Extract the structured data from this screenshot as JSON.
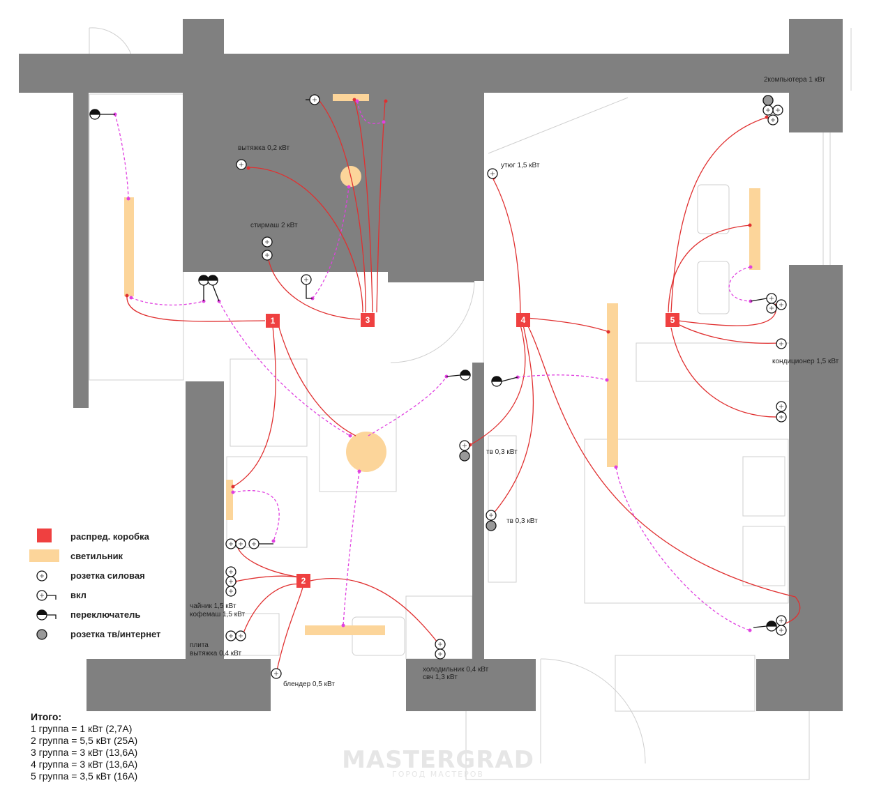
{
  "colors": {
    "wall": "#808080",
    "box": "#ef4040",
    "lamp": "#fcd59a",
    "wire_power": "#e03030",
    "wire_light": "#e040e0",
    "tv_socket": "#999999"
  },
  "legend": [
    {
      "icon": "junction-box-icon",
      "label": "распред. коробка"
    },
    {
      "icon": "lamp-icon",
      "label": "светильник"
    },
    {
      "icon": "power-socket-icon",
      "label": "розетка силовая"
    },
    {
      "icon": "switch-icon",
      "label": "вкл"
    },
    {
      "icon": "two-way-switch-icon",
      "label": "переключатель"
    },
    {
      "icon": "tv-socket-icon",
      "label": "розетка тв/интернет"
    }
  ],
  "boxes": [
    "1",
    "2",
    "3",
    "4",
    "5"
  ],
  "labels": {
    "computers": "2компьютера 1 кВт",
    "hood_bath": "вытяжка 0,2 кВт",
    "washer": "стирмаш 2 кВт",
    "iron": "утюг 1,5 кВт",
    "ac": "кондиционер 1,5 кВт",
    "tv1": "тв 0,3 кВт",
    "tv2": "тв 0,3 кВт",
    "kettle": "чайник 1,5 кВт",
    "coffee": "кофемаш 1,5 кВт",
    "stove": "плита",
    "hood_kitchen": "вытяжка 0,4 кВт",
    "blender": "блендер 0,5 кВт",
    "fridge": "холодильник 0,4 кВт",
    "microwave": "свч 1,3 кВт"
  },
  "totals": {
    "title": "Итого:",
    "lines": [
      "1 группа = 1 кВт (2,7А)",
      "2 группа = 5,5 кВт (25А)",
      "3 группа = 3 кВт (13,6А)",
      "4 группа = 3 кВт (13,6А)",
      "5 группа = 3,5 кВт (16А)"
    ]
  },
  "watermark": {
    "main": "MASTERGRAD",
    "sub": "ГОРОД МАСТЕРОВ"
  }
}
